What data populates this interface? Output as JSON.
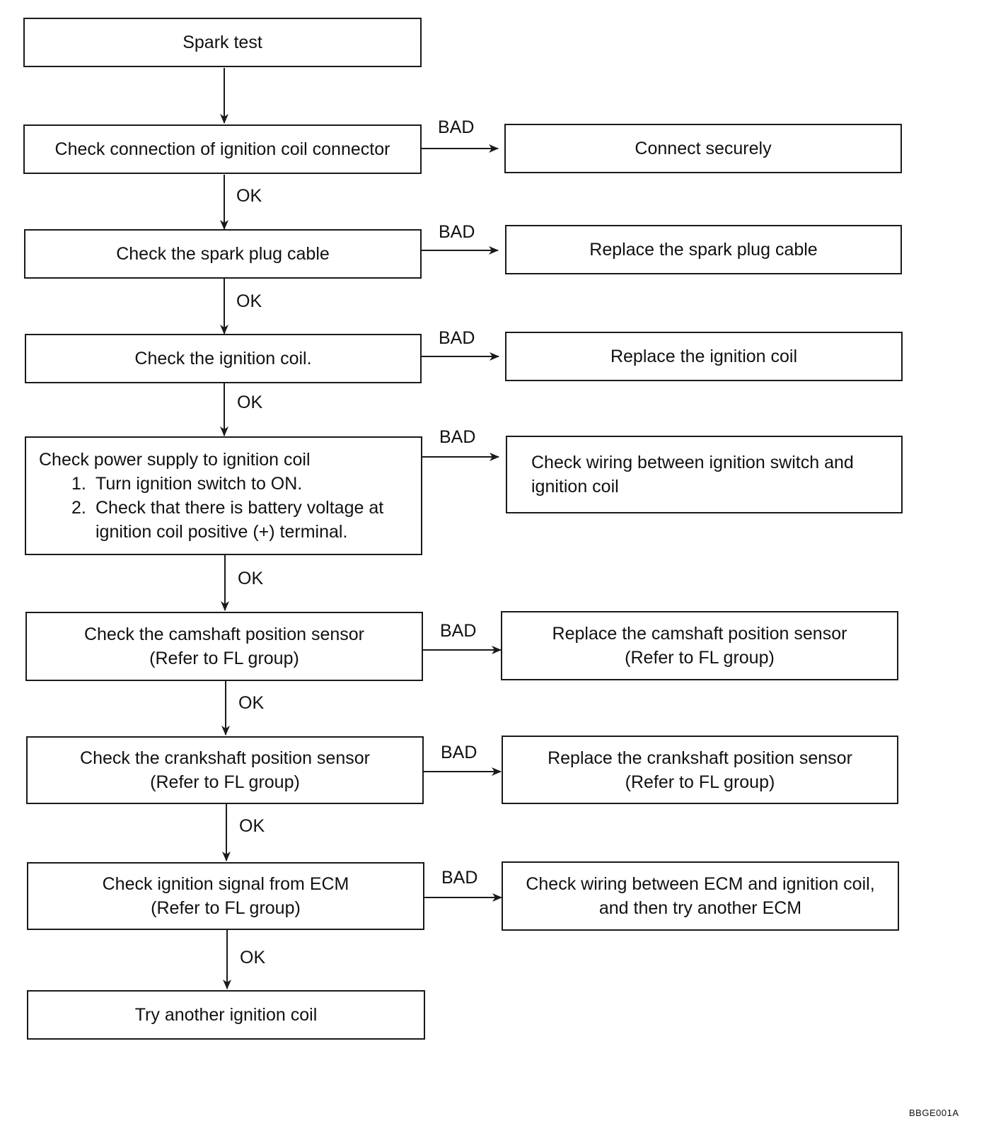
{
  "steps": {
    "spark_test": "Spark test",
    "check_connector": "Check connection of ignition coil connector",
    "check_cable": "Check the spark plug cable",
    "check_coil": "Check the ignition coil.",
    "check_power": {
      "title": "Check power supply to ignition coil",
      "item1_num": "1.",
      "item1": "Turn ignition switch to ON.",
      "item2_num": "2.",
      "item2_line1": "Check that there is battery voltage at",
      "item2_line2": "ignition coil positive (+) terminal."
    },
    "check_cam": {
      "line1": "Check the camshaft position sensor",
      "line2": "(Refer to FL group)"
    },
    "check_crank": {
      "line1": "Check the crankshaft position sensor",
      "line2": "(Refer to FL group)"
    },
    "check_ecm": {
      "line1": "Check ignition signal from ECM",
      "line2": "(Refer to FL group)"
    },
    "try_coil": "Try another ignition coil"
  },
  "actions": {
    "connect": "Connect securely",
    "replace_cable": "Replace the spark plug cable",
    "replace_coil": "Replace the ignition coil",
    "check_wiring_switch": {
      "line1": "Check wiring between ignition switch and",
      "line2": "ignition coil"
    },
    "replace_cam": {
      "line1": "Replace the camshaft position sensor",
      "line2": "(Refer to FL group)"
    },
    "replace_crank": {
      "line1": "Replace the crankshaft position sensor",
      "line2": "(Refer to FL group)"
    },
    "check_wiring_ecm": {
      "line1": "Check wiring between ECM and ignition coil,",
      "line2": "and then try another ECM"
    }
  },
  "labels": {
    "bad": "BAD",
    "ok": "OK"
  },
  "figure_code": "BBGE001A",
  "colors": {
    "line": "#1a1a1a",
    "text": "#111111",
    "background": "#ffffff"
  }
}
